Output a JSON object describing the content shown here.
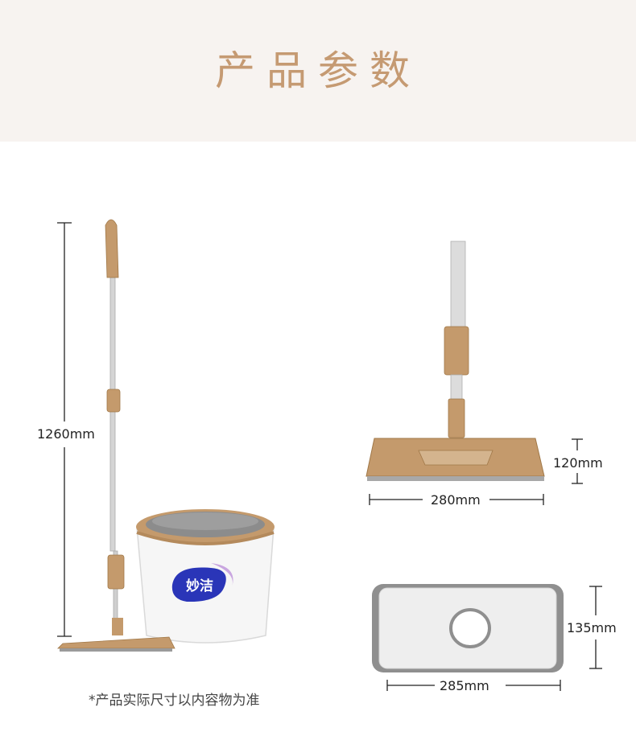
{
  "title": "产品参数",
  "mop_height": "1260mm",
  "head_width": "280mm",
  "head_depth": "120mm",
  "pad_width": "285mm",
  "pad_depth": "135mm",
  "bucket_logo": "妙洁",
  "note": "*产品实际尺寸以内容物为准",
  "colors": {
    "accent": "#c59a72",
    "gold": "#b48a5c",
    "header_bg": "#f7f3f0"
  }
}
